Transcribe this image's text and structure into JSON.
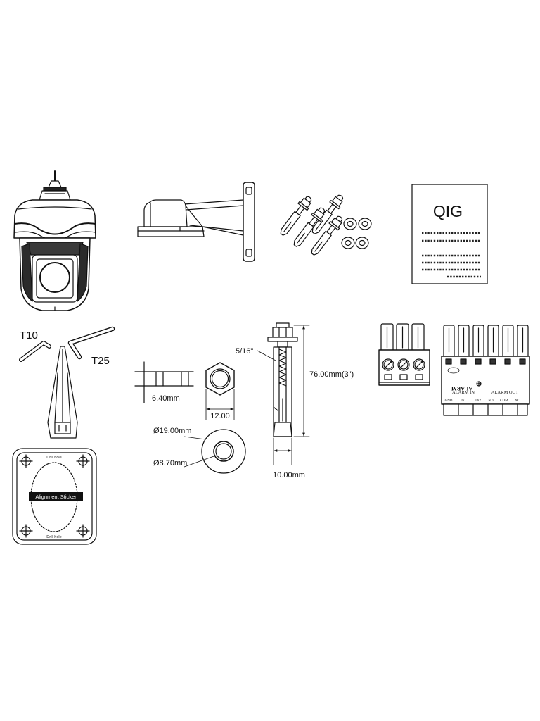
{
  "qig": {
    "title": "QIG"
  },
  "tools": {
    "t10": "T10",
    "t25": "T25"
  },
  "template": {
    "sticker_label": "Alignment Sticker",
    "drill_hole_top": "Drill hole",
    "drill_hole_bottom": "Drill hole"
  },
  "spacer": {
    "thickness": "6.40mm"
  },
  "nut": {
    "width": "12.00"
  },
  "washer": {
    "outer_diameter": "Ø19.00mm",
    "inner_diameter": "Ø8.70mm"
  },
  "bolt": {
    "thread": "5/16\"",
    "length": "76.00mm(3\")",
    "diameter": "10.00mm"
  },
  "alarm_block": {
    "marking": "ALARM",
    "group_in": "ALARM  IN",
    "group_out": "ALARM  OUT",
    "pins": [
      "GND",
      "IN1",
      "IN2",
      "NO",
      "COM",
      "NC"
    ]
  }
}
